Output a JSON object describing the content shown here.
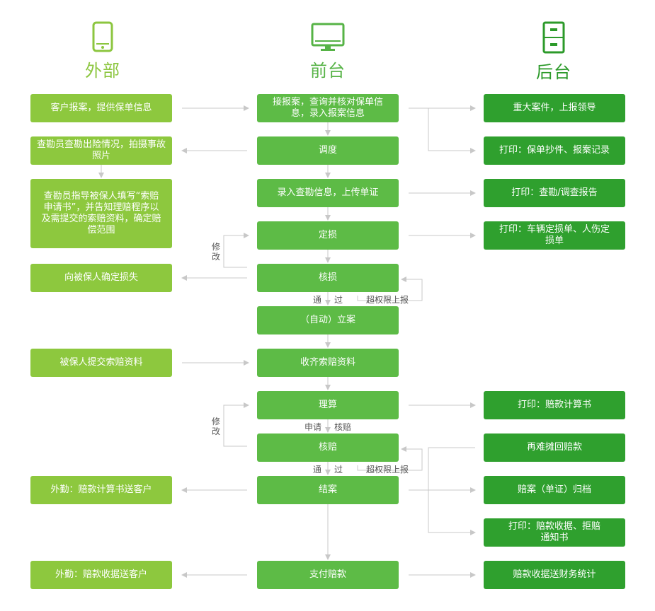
{
  "columns": {
    "external": {
      "title": "外部",
      "icon": "phone-icon"
    },
    "front": {
      "title": "前台",
      "icon": "monitor-icon"
    },
    "back": {
      "title": "后台",
      "icon": "file-cabinet-icon"
    }
  },
  "colors": {
    "external": "#8dc83e",
    "front": "#5dbb46",
    "back": "#2fa02e",
    "arrow": "#c8c8c8"
  },
  "external_boxes": {
    "report": "客户报案，提供保单信息",
    "survey": "查勘员查勘出险情况，拍摄事故照片",
    "guide": "查勘员指导被保人填写“索赔申请书”，并告知理赔程序以及需提交的索赔资料，确定赔偿范围",
    "confirm_loss": "向被保人确定损失",
    "submit_docs": "被保人提交索赔资料",
    "send_calc": "外勤：赔款计算书送客户",
    "send_receipt": "外勤：赔款收据送客户"
  },
  "front_boxes": {
    "accept": "接报案，查询并核对保单信息，录入报案信息",
    "dispatch": "调度",
    "enter_survey": "录入查勘信息，上传单证",
    "assess": "定损",
    "verify_loss": "核损",
    "file_case": "（自动）立案",
    "collect_docs": "收齐索赔资料",
    "adjust": "理算",
    "verify_claim": "核赔",
    "close_case": "结案",
    "pay": "支付赔款"
  },
  "back_boxes": {
    "major": "重大案件，上报领导",
    "print_policy": "打印：保单抄件、报案记录",
    "print_survey": "打印：查勘/调查报告",
    "print_assess": "打印：车辆定损单、人伤定损单",
    "print_calc": "打印：赔款计算书",
    "recover": "再难摊回赔款",
    "archive": "赔案（单证）归档",
    "print_receipt": "打印：赔款收据、拒赔通知书",
    "finance": "赔款收据送财务统计"
  },
  "labels": {
    "modify1": "修\n改",
    "pass1_a": "通",
    "pass1_b": "过",
    "exceed1": "超权限上报",
    "apply": "申请",
    "verify": "核赔",
    "modify2": "修\n改",
    "pass2_a": "通",
    "pass2_b": "过",
    "exceed2": "超权限上报"
  }
}
